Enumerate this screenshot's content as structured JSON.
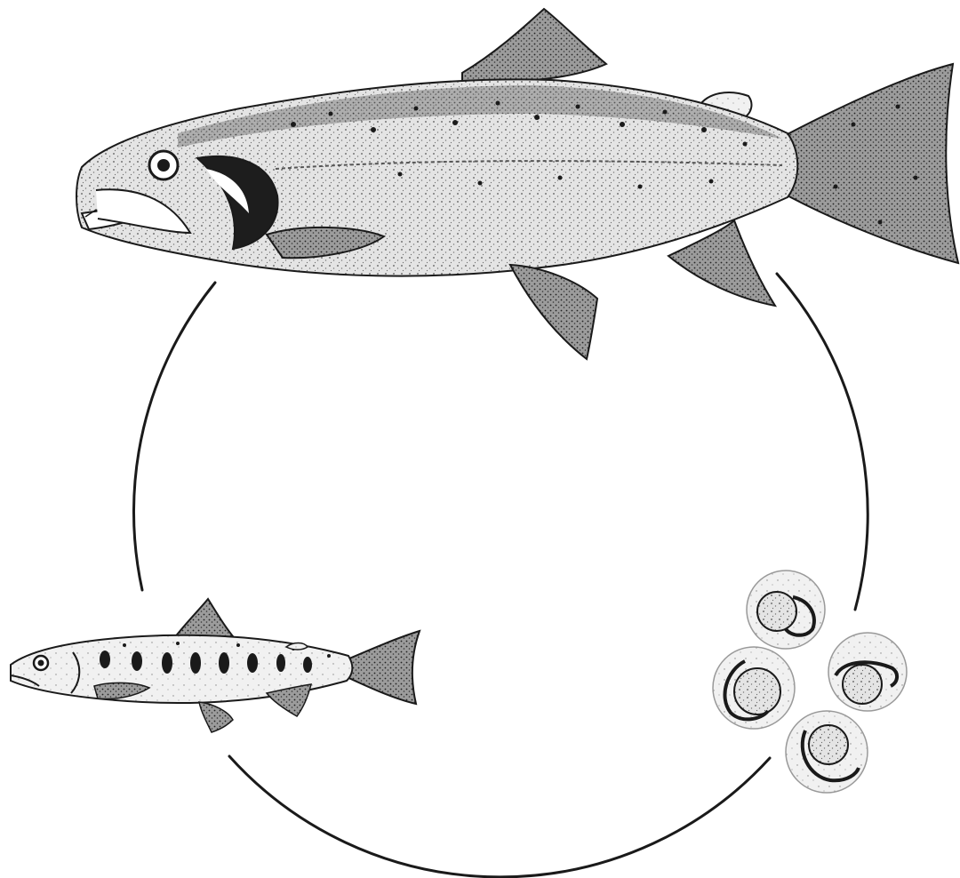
{
  "diagram": {
    "stages": [
      {
        "id": "adult",
        "icon": "adult-trout-icon"
      },
      {
        "id": "eggs",
        "icon": "trout-eggs-icon"
      },
      {
        "id": "juvenile",
        "icon": "juvenile-parr-icon"
      }
    ],
    "colors": {
      "ink": "#1a1a1a",
      "shade": "#9a9a9a",
      "light": "#d9d9d9",
      "paper": "#ffffff"
    }
  }
}
